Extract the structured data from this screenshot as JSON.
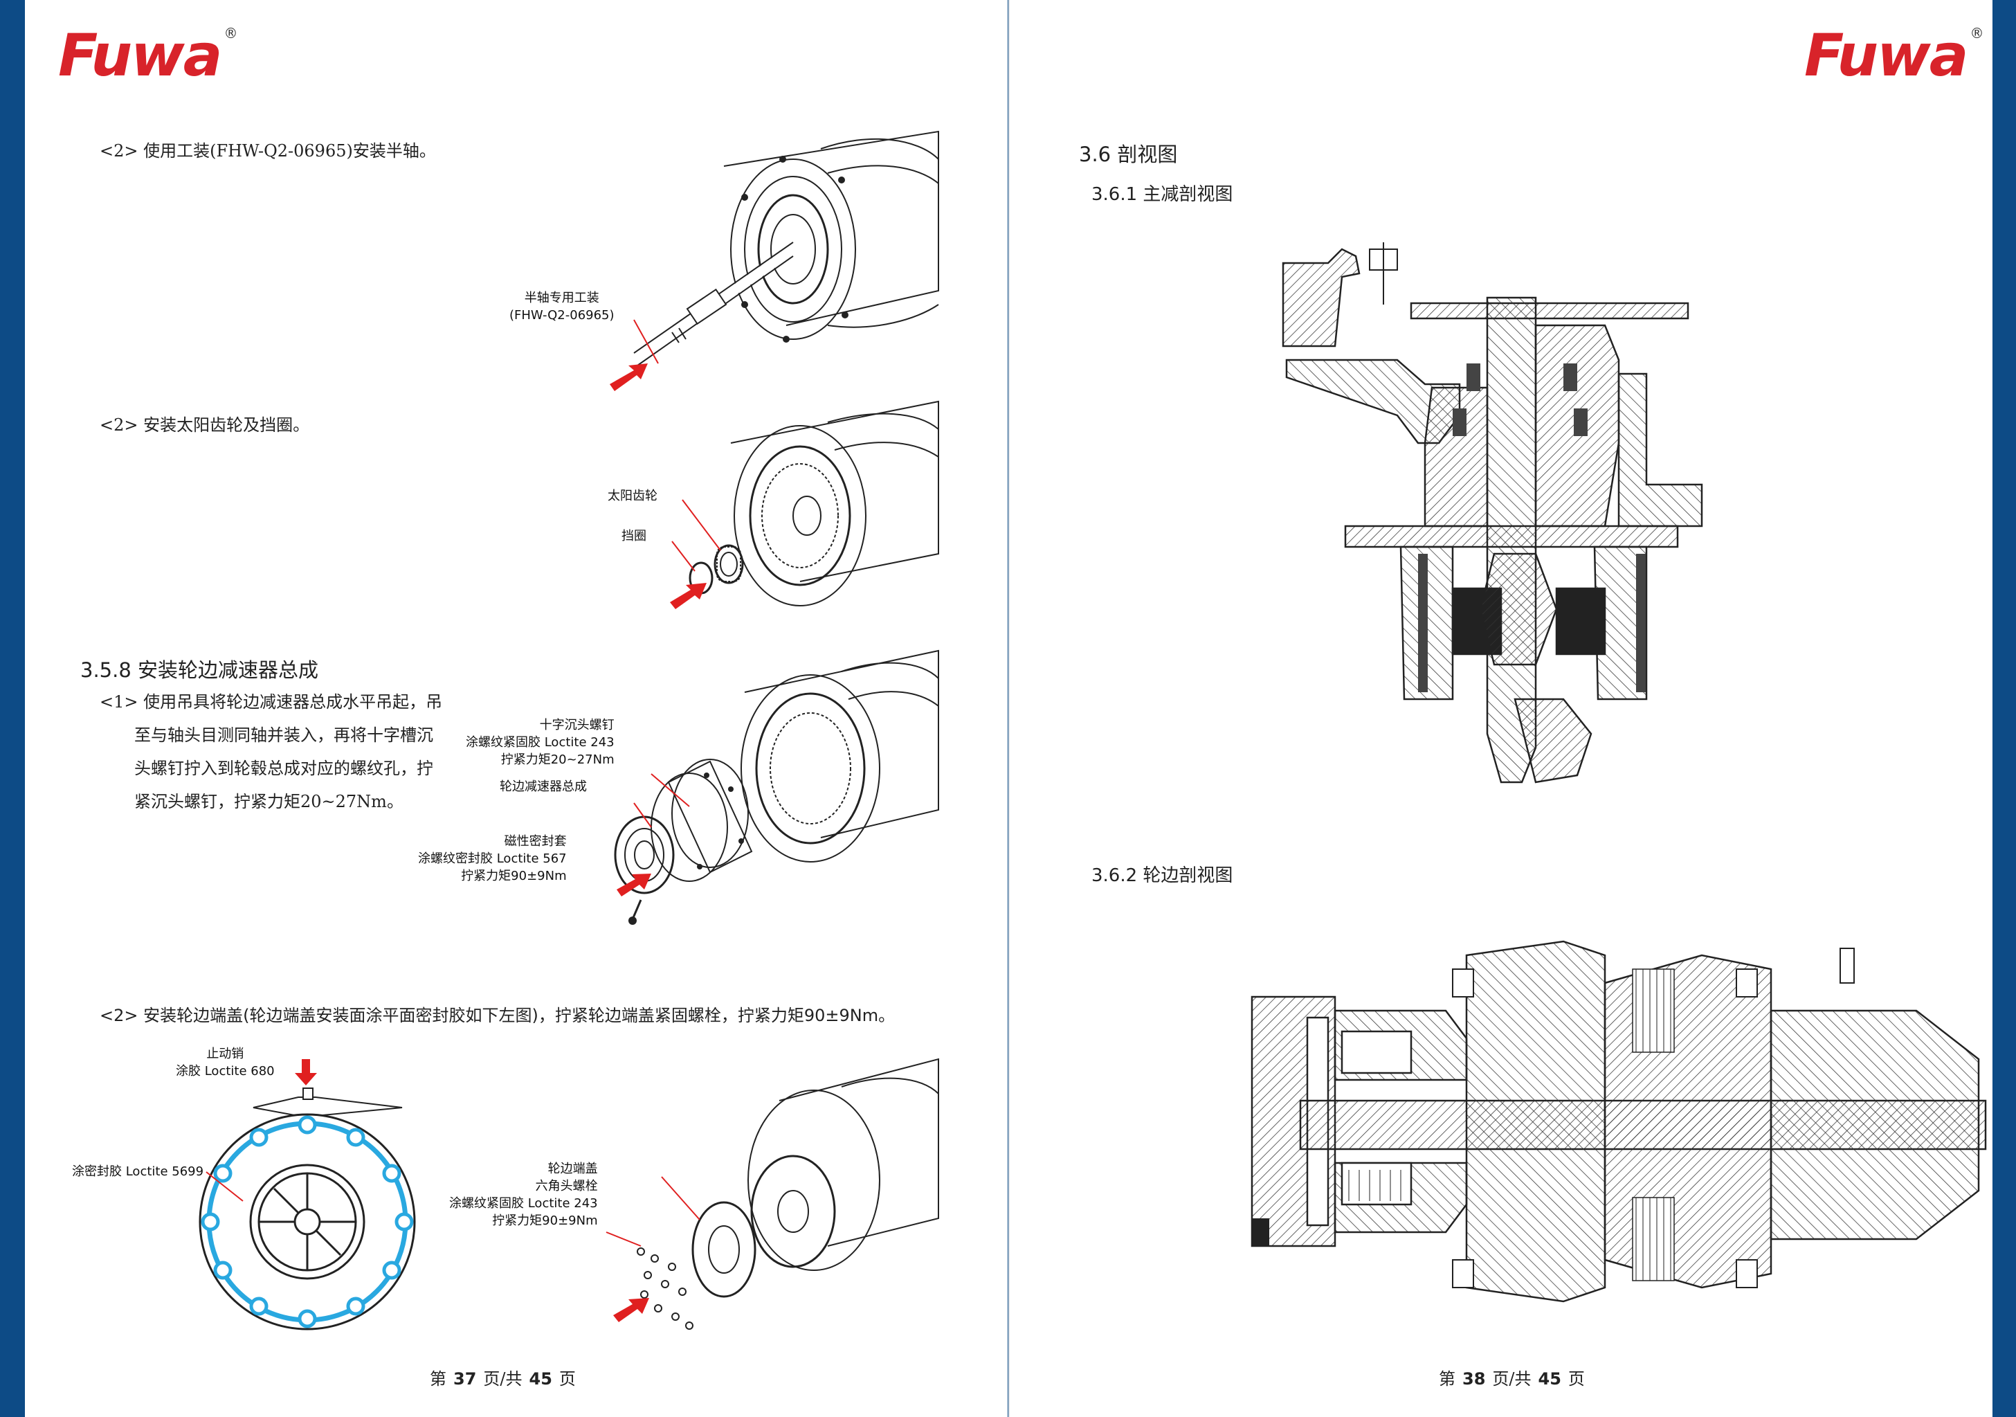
{
  "brand": {
    "name": "Fuwa",
    "registered": "®"
  },
  "left_page": {
    "step1": "<2> 使用工装(FHW-Q2-06965)安装半轴。",
    "callout1": [
      "半轴专用工装",
      "(FHW-Q2-06965)"
    ],
    "step2": "<2> 安装太阳齿轮及挡圈。",
    "callout2a": "太阳齿轮",
    "callout2b": "挡圈",
    "section": "3.5.8  安装轮边减速器总成",
    "para_lines": [
      "<1> 使用吊具将轮边减速器总成水平吊起，吊",
      "至与轴头目测同轴并装入，再将十字槽沉",
      "头螺钉拧入到轮毂总成对应的螺纹孔，拧",
      "紧沉头螺钉，拧紧力矩20~27Nm。"
    ],
    "callout3a": [
      "十字沉头螺钉",
      "涂螺纹紧固胶 Loctite 243",
      "拧紧力矩20~27Nm"
    ],
    "callout3b": "轮边减速器总成",
    "callout3c": [
      "磁性密封套",
      "涂螺纹密封胶 Loctite 567",
      "拧紧力矩90±9Nm"
    ],
    "step4": "<2> 安装轮边端盖(轮边端盖安装面涂平面密封胶如下左图)，拧紧轮边端盖紧固螺栓，拧紧力矩90±9Nm。",
    "callout4a": [
      "止动销",
      "涂胶 Loctite 680"
    ],
    "callout4b": "涂密封胶 Loctite 5699",
    "callout4c": [
      "轮边端盖",
      "六角头螺栓",
      "涂螺纹紧固胶 Loctite 243",
      "拧紧力矩90±9Nm"
    ],
    "footer": {
      "prefix": "第",
      "page": "37",
      "mid": "页/共",
      "total": "45",
      "suffix": "页"
    }
  },
  "right_page": {
    "section": "3.6  剖视图",
    "sub1": "3.6.1  主减剖视图",
    "sub2": "3.6.2  轮边剖视图",
    "footer": {
      "prefix": "第",
      "page": "38",
      "mid": "页/共",
      "total": "45",
      "suffix": "页"
    }
  },
  "colors": {
    "brand_red": "#d8232a",
    "frame_blue": "#0d4b86",
    "sealant_blue": "#29a8e0",
    "arrow_red": "#e02020"
  }
}
